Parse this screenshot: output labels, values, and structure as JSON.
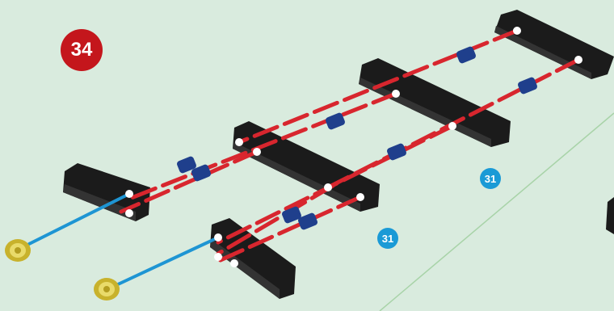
{
  "step": {
    "number": "34"
  },
  "references": [
    {
      "label": "31"
    },
    {
      "label": "31"
    }
  ],
  "colors": {
    "background": "#d9ebde",
    "step_badge": "#c4161c",
    "reference_badge": "#1a9ad6",
    "axle_red": "#d8262e",
    "axle_blue": "#1e95d3",
    "beam": "#1b1b1b",
    "connector": "#1f3f8c",
    "wheel_gold": "#d7c33a"
  },
  "icons": [
    "beam-icon",
    "connector-icon",
    "axle-icon",
    "wheel-cap-icon"
  ]
}
